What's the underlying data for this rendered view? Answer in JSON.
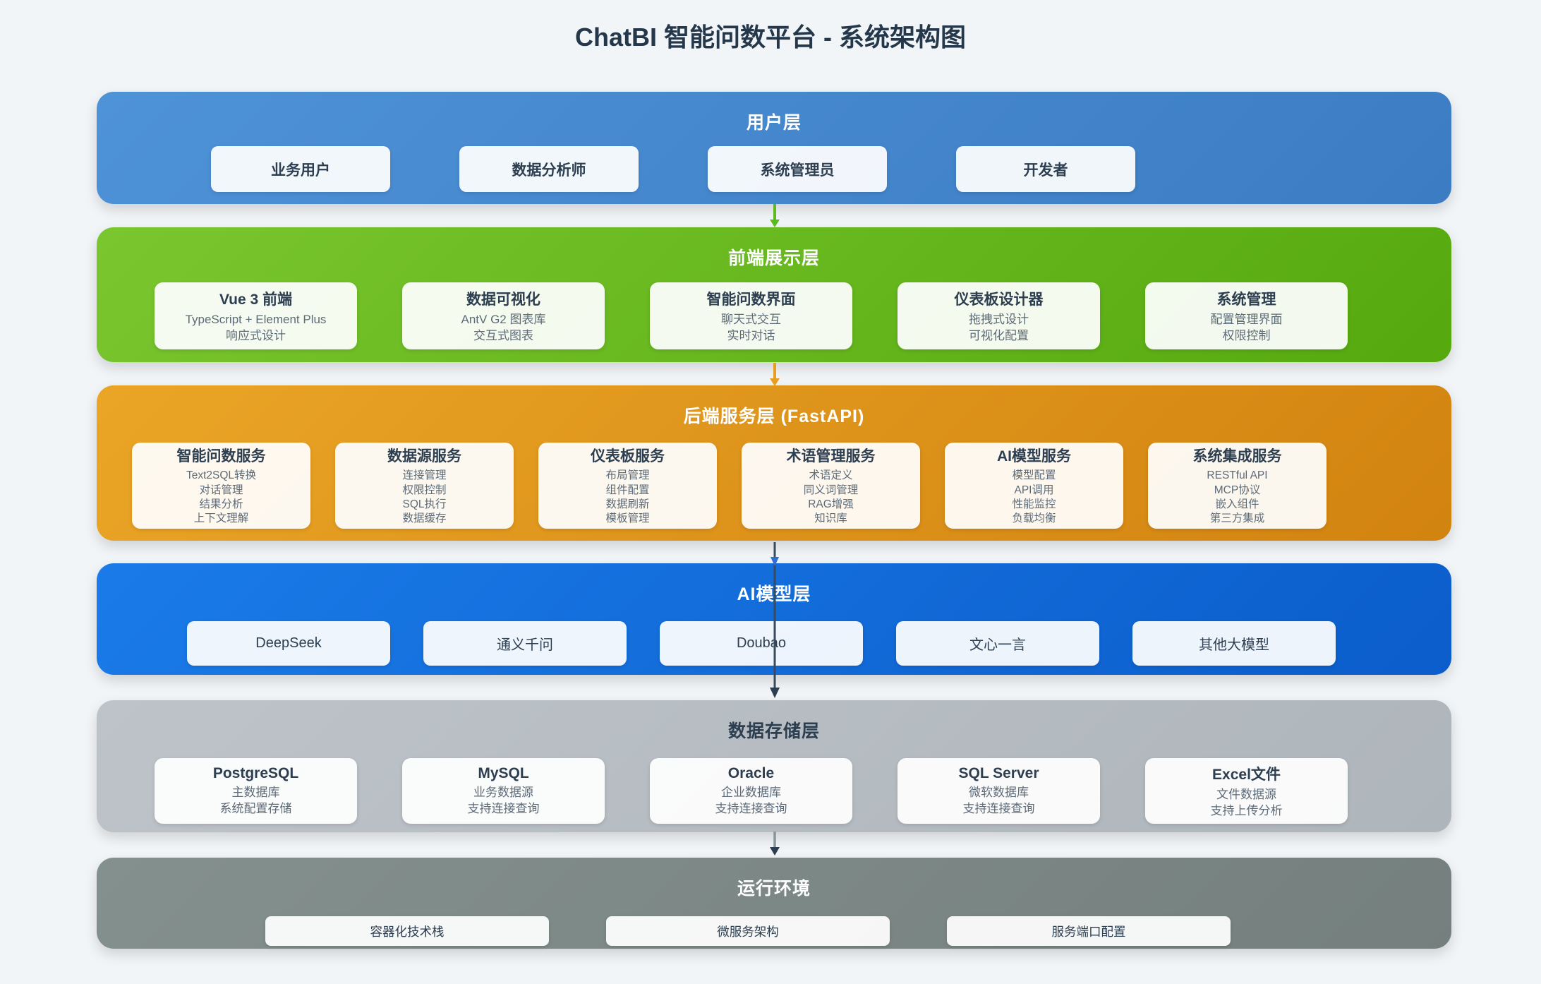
{
  "title": "ChatBI 智能问数平台 - 系统架构图",
  "palette": {
    "user_layer": "#4588CF",
    "frontend_layer": "#68BC20",
    "backend_layer": "#DE941B",
    "ai_layer": "#126DDA",
    "storage_layer": "#B6BCC2",
    "runtime_layer": "#7D8886",
    "arrow_user_frontend": "#5BBB1E",
    "arrow_frontend_backend": "#E89F1F",
    "arrow_dark_line": "#3A4A5C",
    "arrow_head_blue": "#2E6FD2",
    "arrow_head_dark": "#2C3E50",
    "card_title_text": "#2C3E50",
    "card_subtitle_text": "#5D6B78"
  },
  "layers": [
    {
      "title": "用户层",
      "items": [
        "业务用户",
        "数据分析师",
        "系统管理员",
        "开发者"
      ]
    },
    {
      "title": "前端展示层",
      "cards": [
        {
          "title": "Vue 3 前端",
          "lines": [
            "TypeScript + Element Plus",
            "响应式设计"
          ]
        },
        {
          "title": "数据可视化",
          "lines": [
            "AntV G2 图表库",
            "交互式图表"
          ]
        },
        {
          "title": "智能问数界面",
          "lines": [
            "聊天式交互",
            "实时对话"
          ]
        },
        {
          "title": "仪表板设计器",
          "lines": [
            "拖拽式设计",
            "可视化配置"
          ]
        },
        {
          "title": "系统管理",
          "lines": [
            "配置管理界面",
            "权限控制"
          ]
        }
      ]
    },
    {
      "title": "后端服务层 (FastAPI)",
      "cards": [
        {
          "title": "智能问数服务",
          "lines": [
            "Text2SQL转换",
            "对话管理",
            "结果分析",
            "上下文理解"
          ]
        },
        {
          "title": "数据源服务",
          "lines": [
            "连接管理",
            "权限控制",
            "SQL执行",
            "数据缓存"
          ]
        },
        {
          "title": "仪表板服务",
          "lines": [
            "布局管理",
            "组件配置",
            "数据刷新",
            "模板管理"
          ]
        },
        {
          "title": "术语管理服务",
          "lines": [
            "术语定义",
            "同义词管理",
            "RAG增强",
            "知识库"
          ]
        },
        {
          "title": "AI模型服务",
          "lines": [
            "模型配置",
            "API调用",
            "性能监控",
            "负载均衡"
          ]
        },
        {
          "title": "系统集成服务",
          "lines": [
            "RESTful API",
            "MCP协议",
            "嵌入组件",
            "第三方集成"
          ]
        }
      ]
    },
    {
      "title": "AI模型层",
      "items": [
        "DeepSeek",
        "通义千问",
        "Doubao",
        "文心一言",
        "其他大模型"
      ]
    },
    {
      "title": "数据存储层",
      "cards": [
        {
          "title": "PostgreSQL",
          "lines": [
            "主数据库",
            "系统配置存储"
          ]
        },
        {
          "title": "MySQL",
          "lines": [
            "业务数据源",
            "支持连接查询"
          ]
        },
        {
          "title": "Oracle",
          "lines": [
            "企业数据库",
            "支持连接查询"
          ]
        },
        {
          "title": "SQL Server",
          "lines": [
            "微软数据库",
            "支持连接查询"
          ]
        },
        {
          "title": "Excel文件",
          "lines": [
            "文件数据源",
            "支持上传分析"
          ]
        }
      ]
    },
    {
      "title": "运行环境",
      "items": [
        "容器化技术栈",
        "微服务架构",
        "服务端口配置"
      ]
    }
  ]
}
